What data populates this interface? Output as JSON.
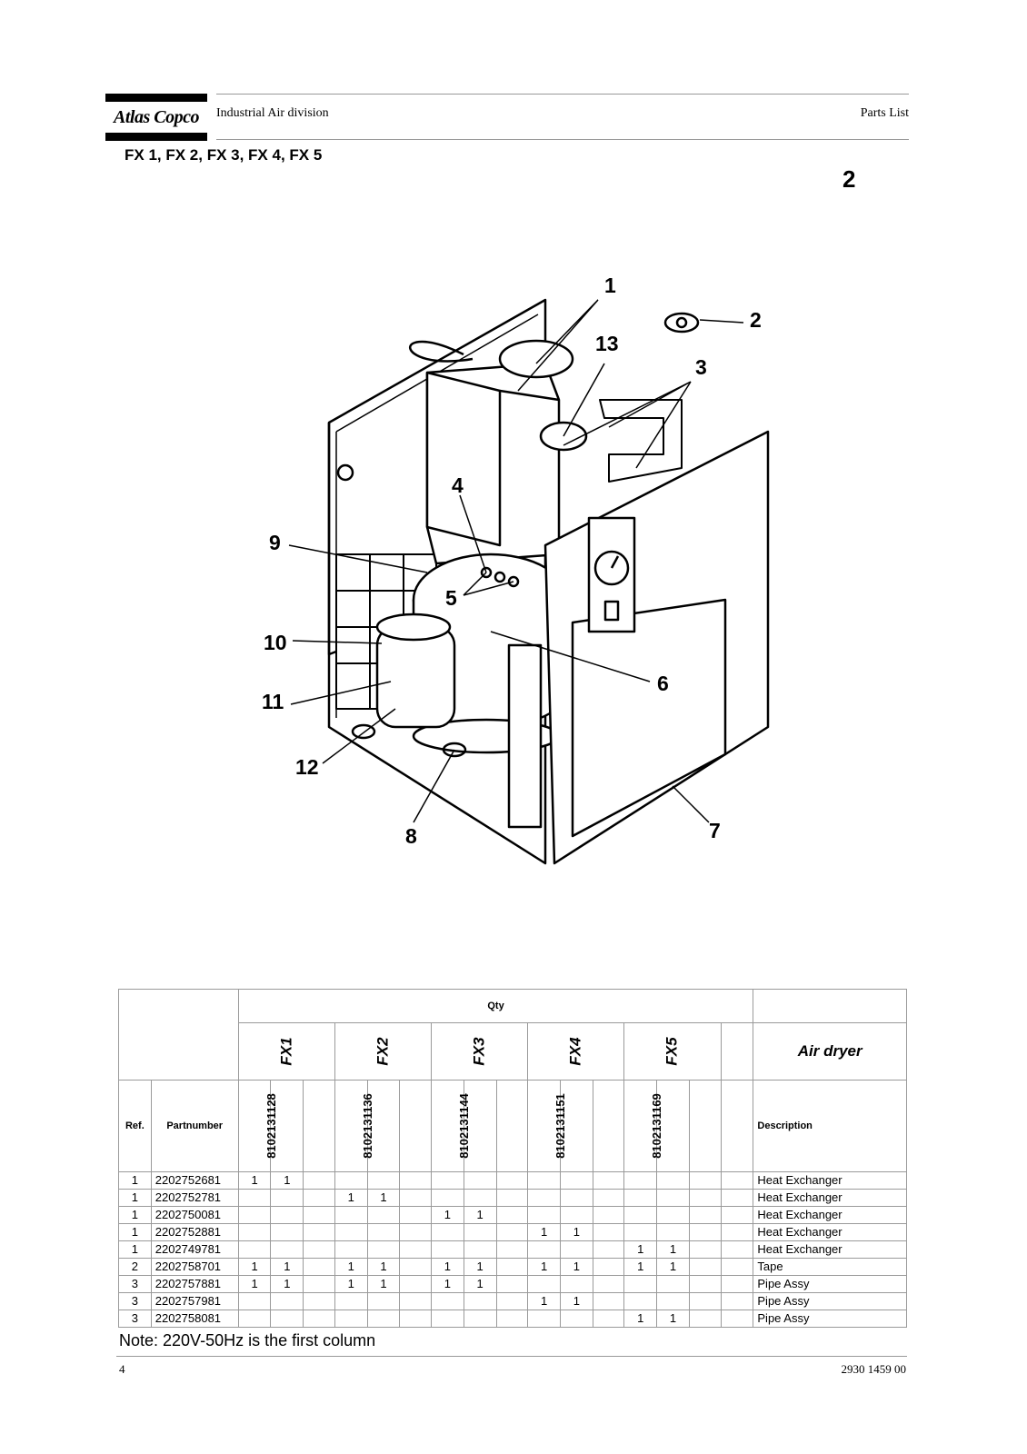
{
  "header": {
    "brand": "Atlas Copco",
    "division": "Industrial Air division",
    "doc_type": "Parts List"
  },
  "models_title": "FX 1, FX 2, FX 3, FX 4, FX 5",
  "figure_number": "2",
  "callouts": [
    "1",
    "2",
    "3",
    "4",
    "5",
    "6",
    "7",
    "8",
    "9",
    "10",
    "11",
    "12",
    "13"
  ],
  "table": {
    "qty_label": "Qty",
    "product_label": "Air dryer",
    "ref_label": "Ref.",
    "partnumber_label": "Partnumber",
    "description_label": "Description",
    "models": [
      {
        "name": "FX1",
        "code": "8102131128"
      },
      {
        "name": "FX2",
        "code": "8102131136"
      },
      {
        "name": "FX3",
        "code": "8102131144"
      },
      {
        "name": "FX4",
        "code": "8102131151"
      },
      {
        "name": "FX5",
        "code": "8102131169"
      }
    ],
    "rows": [
      {
        "ref": "1",
        "part": "2202752681",
        "q": [
          "1",
          "1",
          "",
          "",
          "",
          "",
          "",
          "",
          "",
          "",
          "",
          "",
          "",
          "",
          "",
          ""
        ],
        "desc": "Heat Exchanger"
      },
      {
        "ref": "1",
        "part": "2202752781",
        "q": [
          "",
          "",
          "",
          "1",
          "1",
          "",
          "",
          "",
          "",
          "",
          "",
          "",
          "",
          "",
          "",
          ""
        ],
        "desc": "Heat Exchanger"
      },
      {
        "ref": "1",
        "part": "2202750081",
        "q": [
          "",
          "",
          "",
          "",
          "",
          "",
          "1",
          "1",
          "",
          "",
          "",
          "",
          "",
          "",
          "",
          ""
        ],
        "desc": "Heat Exchanger"
      },
      {
        "ref": "1",
        "part": "2202752881",
        "q": [
          "",
          "",
          "",
          "",
          "",
          "",
          "",
          "",
          "",
          "1",
          "1",
          "",
          "",
          "",
          "",
          ""
        ],
        "desc": "Heat Exchanger"
      },
      {
        "ref": "1",
        "part": "2202749781",
        "q": [
          "",
          "",
          "",
          "",
          "",
          "",
          "",
          "",
          "",
          "",
          "",
          "",
          "1",
          "1",
          "",
          ""
        ],
        "desc": "Heat Exchanger"
      },
      {
        "ref": "2",
        "part": "2202758701",
        "q": [
          "1",
          "1",
          "",
          "1",
          "1",
          "",
          "1",
          "1",
          "",
          "1",
          "1",
          "",
          "1",
          "1",
          "",
          ""
        ],
        "desc": "Tape"
      },
      {
        "ref": "3",
        "part": "2202757881",
        "q": [
          "1",
          "1",
          "",
          "1",
          "1",
          "",
          "1",
          "1",
          "",
          "",
          "",
          "",
          "",
          "",
          "",
          ""
        ],
        "desc": "Pipe Assy"
      },
      {
        "ref": "3",
        "part": "2202757981",
        "q": [
          "",
          "",
          "",
          "",
          "",
          "",
          "",
          "",
          "",
          "1",
          "1",
          "",
          "",
          "",
          "",
          ""
        ],
        "desc": "Pipe Assy"
      },
      {
        "ref": "3",
        "part": "2202758081",
        "q": [
          "",
          "",
          "",
          "",
          "",
          "",
          "",
          "",
          "",
          "",
          "",
          "",
          "1",
          "1",
          "",
          ""
        ],
        "desc": "Pipe Assy"
      }
    ]
  },
  "note": "Note: 220V-50Hz is the first column",
  "footer": {
    "page": "4",
    "doc_number": "2930 1459 00"
  }
}
